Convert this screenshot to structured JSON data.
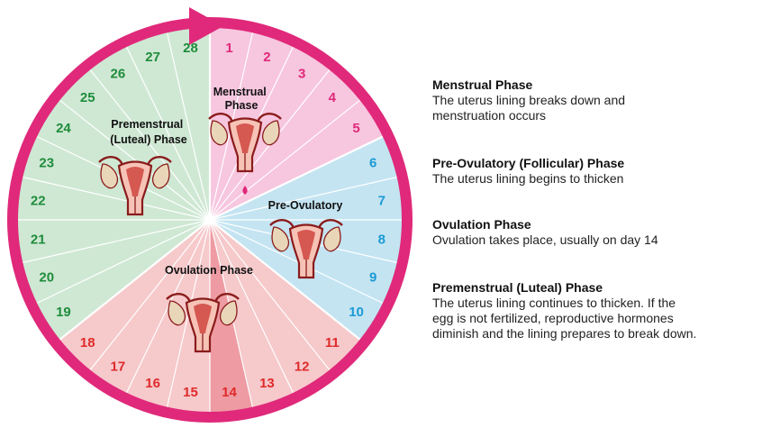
{
  "colors": {
    "menstrual_fill": "#f7c6df",
    "preovulatory_fill": "#c4e4f2",
    "ovulation_fill": "#f6c9cb",
    "ovulation_day_fill": "#ee9ba3",
    "premenstrual_fill": "#cfe8d4",
    "ring": "#e0297a",
    "menstrual_text": "#e0297a",
    "preovulatory_text": "#1c9ad4",
    "ovulation_text": "#e02a2a",
    "premenstrual_text": "#1f8c3b",
    "uterus": "#8a1c1c",
    "uterus_fill": "#f6c3b6",
    "ovary": "#e9d6b8"
  },
  "days": [
    "1",
    "2",
    "3",
    "4",
    "5",
    "6",
    "7",
    "8",
    "9",
    "10",
    "11",
    "12",
    "13",
    "14",
    "15",
    "16",
    "17",
    "18",
    "19",
    "20",
    "21",
    "22",
    "23",
    "24",
    "25",
    "26",
    "27",
    "28"
  ],
  "wheel_labels": {
    "menstrual": [
      "Menstrual",
      "Phase"
    ],
    "preovulatory": [
      "Pre-Ovulatory"
    ],
    "ovulation": [
      "Ovulation Phase"
    ],
    "premenstrual": [
      "Premenstrual",
      "(Luteal) Phase"
    ]
  },
  "legend": [
    {
      "title": "Menstrual Phase",
      "lines": [
        "The uterus lining breaks down and",
        "menstruation occurs"
      ]
    },
    {
      "title": "Pre-Ovulatory (Follicular) Phase",
      "lines": [
        "The uterus lining begins to thicken"
      ]
    },
    {
      "title": "Ovulation Phase",
      "lines": [
        "Ovulation takes place, usually on day 14"
      ]
    },
    {
      "title": "Premenstrual (Luteal) Phase",
      "lines": [
        "The uterus lining continues to thicken. If the",
        "egg is not fertilized, reproductive hormones",
        "diminish and the lining prepares to break down."
      ]
    }
  ]
}
